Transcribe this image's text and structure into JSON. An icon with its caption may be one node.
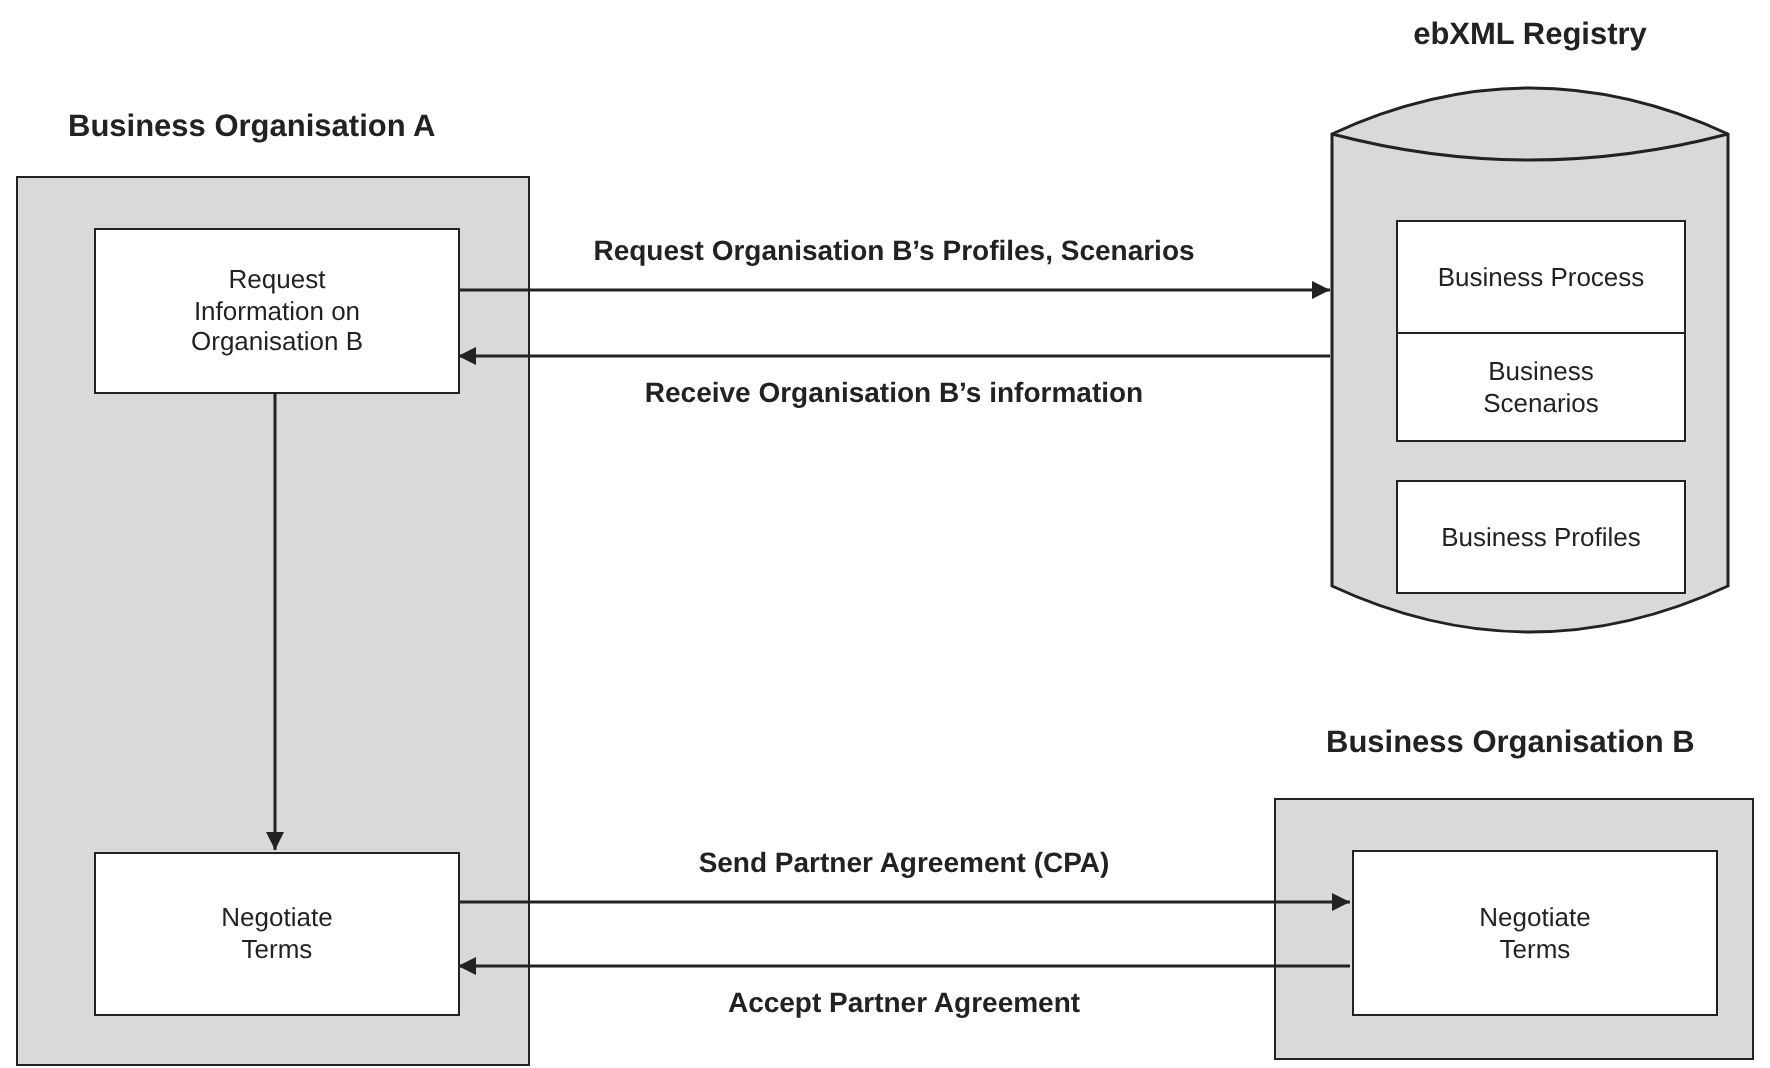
{
  "diagram": {
    "nodes": [
      {
        "text": [
          "Business Organisation A"
        ]
      },
      {
        "text": [
          "Request Information on Organisation B"
        ],
        "in": 0
      },
      {
        "text": [
          "Negotiate Terms"
        ],
        "in": 0
      },
      {
        "text": [
          "ebXML Registry"
        ]
      },
      {
        "text": [
          "Business Process"
        ],
        "in": 3
      },
      {
        "text": [
          "Business Scenarios"
        ],
        "in": 3
      },
      {
        "text": [
          "Business Profiles"
        ],
        "in": 3
      },
      {
        "text": [
          "Business Organisation B"
        ]
      },
      {
        "text": [
          "Negotiate Terms"
        ],
        "in": 7
      }
    ],
    "edges": [
      {
        "from": 1,
        "to": 3,
        "arrow": "to",
        "label": "Request Organisation B’s Profiles, Scenarios"
      },
      {
        "from": 3,
        "to": 1,
        "arrow": "to",
        "label": "Receive Organisation B’s information"
      },
      {
        "from": 1,
        "to": 2,
        "arrow": "to"
      },
      {
        "from": 2,
        "to": 8,
        "arrow": "to",
        "label": "Send Partner Agreement (CPA)"
      },
      {
        "from": 8,
        "to": 2,
        "arrow": "to",
        "label": "Accept Partner Agreement"
      }
    ]
  }
}
